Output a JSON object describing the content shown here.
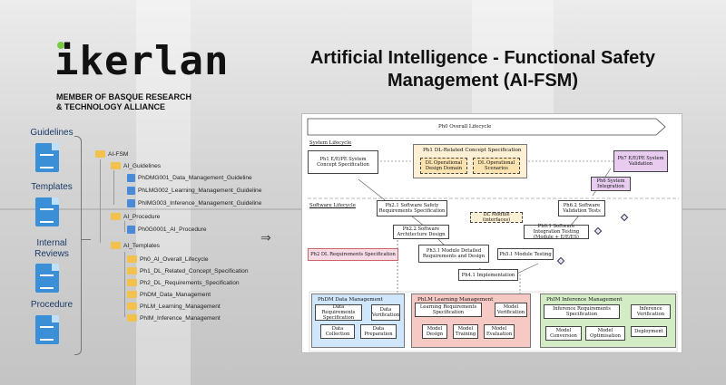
{
  "brand": {
    "logo_text": "ikerlan",
    "alliance_line1": "MEMBER OF BASQUE RESEARCH",
    "alliance_line2": "& TECHNOLOGY ALLIANCE",
    "accent_color": "#7ac943"
  },
  "title": {
    "line1": "Artificial Intelligence - Functional Safety",
    "line2": "Management (AI-FSM)"
  },
  "categories": [
    {
      "label": "Guidelines"
    },
    {
      "label": "Templates"
    },
    {
      "label": "Internal Reviews"
    },
    {
      "label": "Procedure"
    }
  ],
  "tree": {
    "root": "AI-FSM",
    "guidelines_folder": "AI_Guidelines",
    "guidelines": [
      "PhDMG001_Data_Management_Guideline",
      "PhLMG002_Learning_Management_Guideline",
      "PhIMG003_Inference_Management_Guideline"
    ],
    "procedure_folder": "AI_Procedure",
    "procedure": [
      "Ph0G0001_AI_Procedure"
    ],
    "templates_folder": "AI_Templates",
    "templates": [
      "Ph0_AI_Overall_Lifecycle",
      "Ph1_DL_Related_Concept_Specification",
      "Ph2_DL_Requirements_Specification",
      "PhDM_Data_Management",
      "PhLM_Learning_Management",
      "PhIM_Inference_Management"
    ]
  },
  "diagram": {
    "overall": "Ph0 Overall Lifecycle",
    "system_lifecycle": "System Lifecycle",
    "software_lifecycle": "Software Lifecycle",
    "ph1": "Ph1 E/E/PE System Concept Specification",
    "ph1_dl": "Ph1 DL-Related Concept Specification",
    "dl_domain": "DL Operational Design Domain",
    "dl_scenarios": "DL Operational Scenarios",
    "ph7": "Ph7 E/E/PE System Validation",
    "ph6b": "Ph6 System Integration",
    "ph21": "Ph2.1 Software Safety Requirements Specification",
    "ph62": "Ph6.2 Software Validation Tests",
    "dl_module": "DL Module (interfaces)",
    "ph22": "Ph2.2 Software Architecture Design",
    "ph61": "Ph6.1 Software Integration Testing (Module + E/E/ES)",
    "ph2dl": "Ph2 DL Requirements Specification",
    "ph31": "Ph3.1 Module Detailed Requirements and Design",
    "ph51": "Ph5.1 Module Testing",
    "ph41": "Ph4.1 Implementation",
    "dm": {
      "title": "PhDM Data Management",
      "req": "Data Requirements Specification",
      "verif": "Data Verification",
      "collection": "Data Collection",
      "prep": "Data Preparation"
    },
    "lm": {
      "title": "PhLM Learning Management",
      "req": "Learning Requirements Specification",
      "verif": "Model Verification",
      "design": "Model Design",
      "training": "Model Training",
      "eval": "Model Evaluation"
    },
    "im": {
      "title": "PhIM Inference Management",
      "req": "Inference Requirements Specification",
      "verif": "Inference Verification",
      "conversion": "Model Conversion",
      "optim": "Model Optimisation",
      "deploy": "Deployment"
    },
    "colors": {
      "dm": "#cfe6fb",
      "lm": "#f7c9c4",
      "im": "#d3ecc6",
      "ph1dl": "#fdf0d4",
      "ph7": "#e7ccf0",
      "ph2dl": "#f6dbe6"
    }
  }
}
